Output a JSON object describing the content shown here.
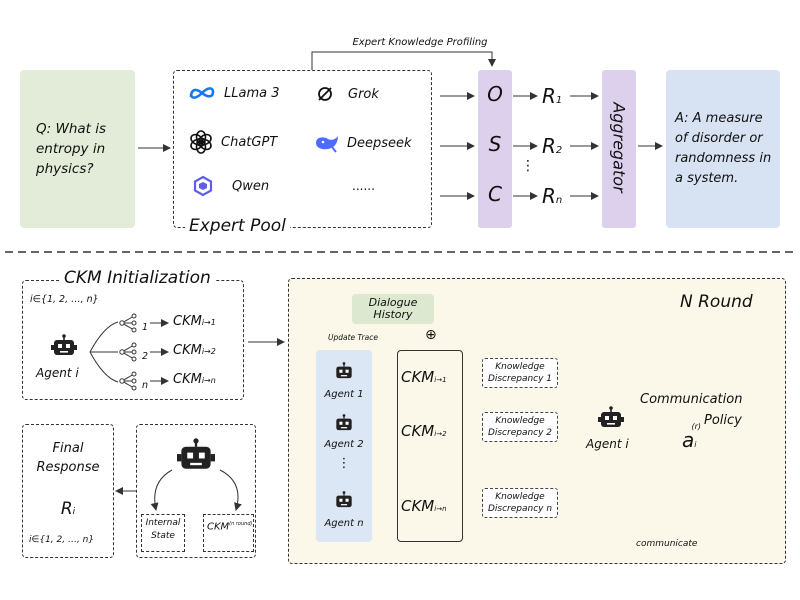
{
  "top": {
    "expert_knowledge_profiling": "Expert Knowledge Profiling",
    "question": "Q: What is entropy in physics?",
    "expert_pool_label": "Expert Pool",
    "experts": [
      "LLama 3",
      "Grok",
      "ChatGPT",
      "Deepseek",
      "Qwen",
      "......"
    ],
    "osc": [
      "O",
      "S",
      "C"
    ],
    "r_labels": [
      {
        "main": "R",
        "sub": "1"
      },
      {
        "main": "R",
        "sub": "2"
      },
      {
        "main": "R",
        "sub": "n"
      }
    ],
    "vdots": "⋮",
    "aggregator": "Aggregator",
    "answer": "A: A measure of disorder or randomness in a system."
  },
  "ckm_init": {
    "title": "CKM Initialization",
    "index_set": "i∈{1,  2,  …,  n}",
    "agent_label": "Agent i",
    "branches": [
      {
        "num": "1",
        "main": "CKM",
        "sub": "i→1"
      },
      {
        "num": "2",
        "main": "CKM",
        "sub": "i→2"
      },
      {
        "num": "n",
        "main": "CKM",
        "sub": "i→n"
      }
    ]
  },
  "final": {
    "title_line1": "Final",
    "title_line2": "Response",
    "r_main": "R",
    "r_sub": "i",
    "index_set": "i∈{1,  2,  …,  n}",
    "internal_state": "Internal State",
    "ckm_main": "CKM",
    "ckm_sup": "(n round)"
  },
  "nround": {
    "title": "N Round",
    "dialogue_history": "Dialogue History",
    "update_trace": "Update Trace",
    "oplus": "⊕",
    "agents": [
      "Agent 1",
      "Agent 2",
      "Agent n"
    ],
    "vdots": "⋮",
    "ckms": [
      {
        "main": "CKM",
        "sub": "i→1"
      },
      {
        "main": "CKM",
        "sub": "i→2"
      },
      {
        "main": "CKM",
        "sub": "i→n"
      }
    ],
    "discrepancies": [
      "Knowledge Discrepancy 1",
      "Knowledge Discrepancy 2",
      "Knowledge Discrepancy n"
    ],
    "center_agent": "Agent i",
    "comm_policy_line1": "Communication",
    "comm_policy_line2": "Policy",
    "action_main": "a",
    "action_sub": "i",
    "action_sup": "(r)",
    "communicate": "communicate"
  },
  "colors": {
    "green": "#e3ecd8",
    "blue": "#d7e3f3",
    "purple": "#dcd0ec",
    "cream": "#fbf8ea",
    "meta_blue": "#1877f2",
    "deepseek_blue": "#4d6bfe",
    "qwen_purple": "#615ced"
  },
  "icons": [
    "meta-logo-icon",
    "grok-logo-icon",
    "openai-logo-icon",
    "deepseek-whale-icon",
    "qwen-logo-icon",
    "robot-icon",
    "branch-icon"
  ]
}
